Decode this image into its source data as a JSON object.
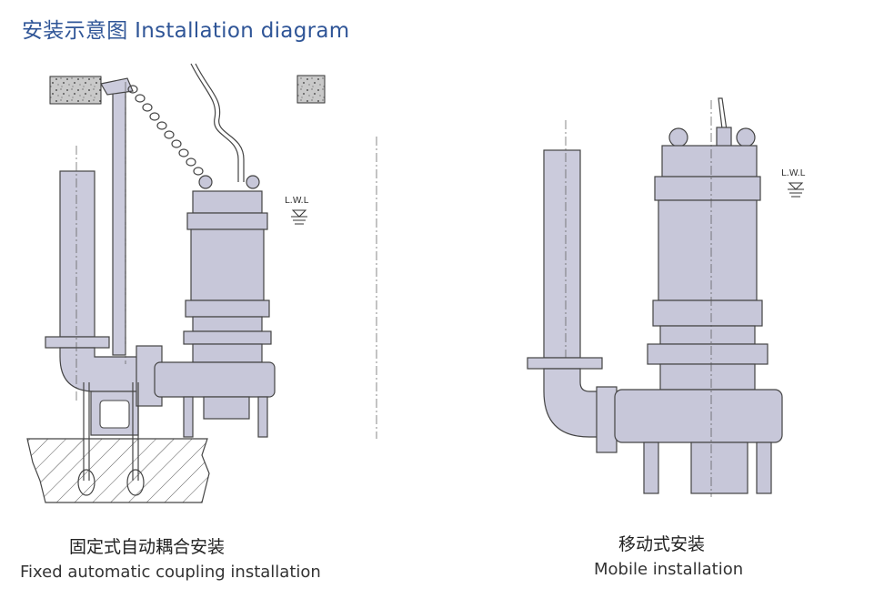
{
  "title": "安装示意图 Installation diagram",
  "left_figure": {
    "lwl_label": "L.W.L",
    "caption_cn": "固定式自动耦合安装",
    "caption_en": "Fixed automatic coupling installation"
  },
  "right_figure": {
    "lwl_label": "L.W.L",
    "caption_cn": "移动式安装",
    "caption_en": "Mobile installation"
  },
  "colors": {
    "title": "#2f5597",
    "pump_fill": "#c7c7d9",
    "outline": "#444444",
    "concrete": "#bdbdbd"
  }
}
